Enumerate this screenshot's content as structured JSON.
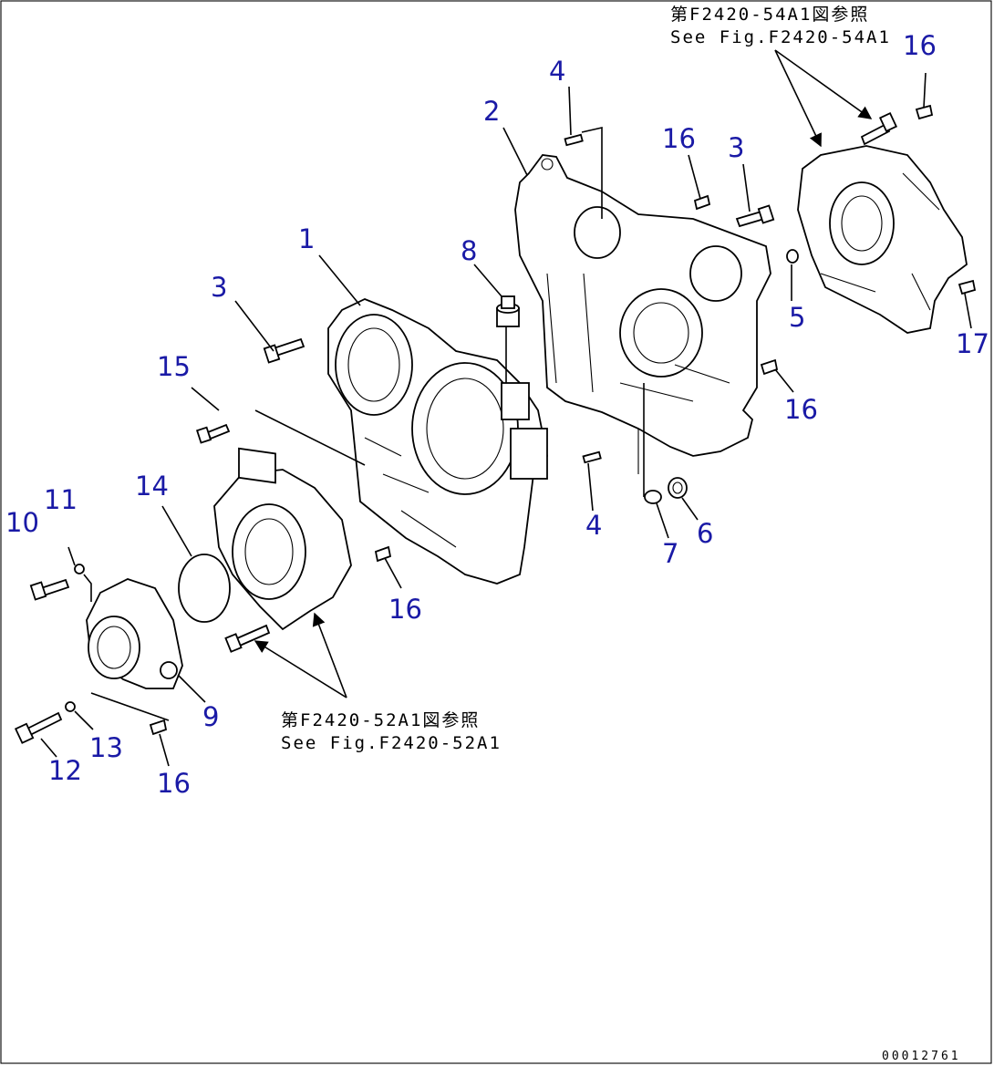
{
  "callouts": [
    {
      "id": "c1",
      "label": "1"
    },
    {
      "id": "c2",
      "label": "2"
    },
    {
      "id": "c3a",
      "label": "3"
    },
    {
      "id": "c3b",
      "label": "3"
    },
    {
      "id": "c4a",
      "label": "4"
    },
    {
      "id": "c4b",
      "label": "4"
    },
    {
      "id": "c5",
      "label": "5"
    },
    {
      "id": "c6",
      "label": "6"
    },
    {
      "id": "c7",
      "label": "7"
    },
    {
      "id": "c8",
      "label": "8"
    },
    {
      "id": "c9",
      "label": "9"
    },
    {
      "id": "c10",
      "label": "10"
    },
    {
      "id": "c11",
      "label": "11"
    },
    {
      "id": "c12",
      "label": "12"
    },
    {
      "id": "c13",
      "label": "13"
    },
    {
      "id": "c14",
      "label": "14"
    },
    {
      "id": "c15",
      "label": "15"
    },
    {
      "id": "c16a",
      "label": "16"
    },
    {
      "id": "c16b",
      "label": "16"
    },
    {
      "id": "c16c",
      "label": "16"
    },
    {
      "id": "c16d",
      "label": "16"
    },
    {
      "id": "c16e",
      "label": "16"
    },
    {
      "id": "c17",
      "label": "17"
    }
  ],
  "references": {
    "top_jp": "第F2420-54A1図参照",
    "top_en": "See Fig.F2420-54A1",
    "bottom_jp": "第F2420-52A1図参照",
    "bottom_en": "See Fig.F2420-52A1"
  },
  "document_number": "00012761",
  "colors": {
    "callout": "#1a1aa6",
    "line": "#000000",
    "background": "#ffffff"
  }
}
